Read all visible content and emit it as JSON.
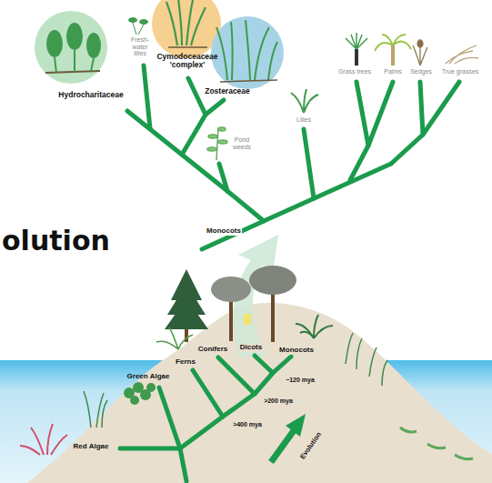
{
  "diagram": {
    "title": "olution",
    "labels": [
      "Hydrocharitaceae",
      "Fresh-water lilies",
      "Cymodoceaceae 'complex'",
      "Zosteraceae",
      "Pond weeds",
      "Lilies",
      "Grass trees",
      "Palms",
      "Sedges",
      "True grasses",
      "Monocots",
      "Conifers",
      "Dicots",
      "Monocots",
      "Ferns",
      "Green Algae",
      "Red Algae",
      "~120 mya",
      ">200 mya",
      ">400 mya",
      "Evolution"
    ]
  }
}
